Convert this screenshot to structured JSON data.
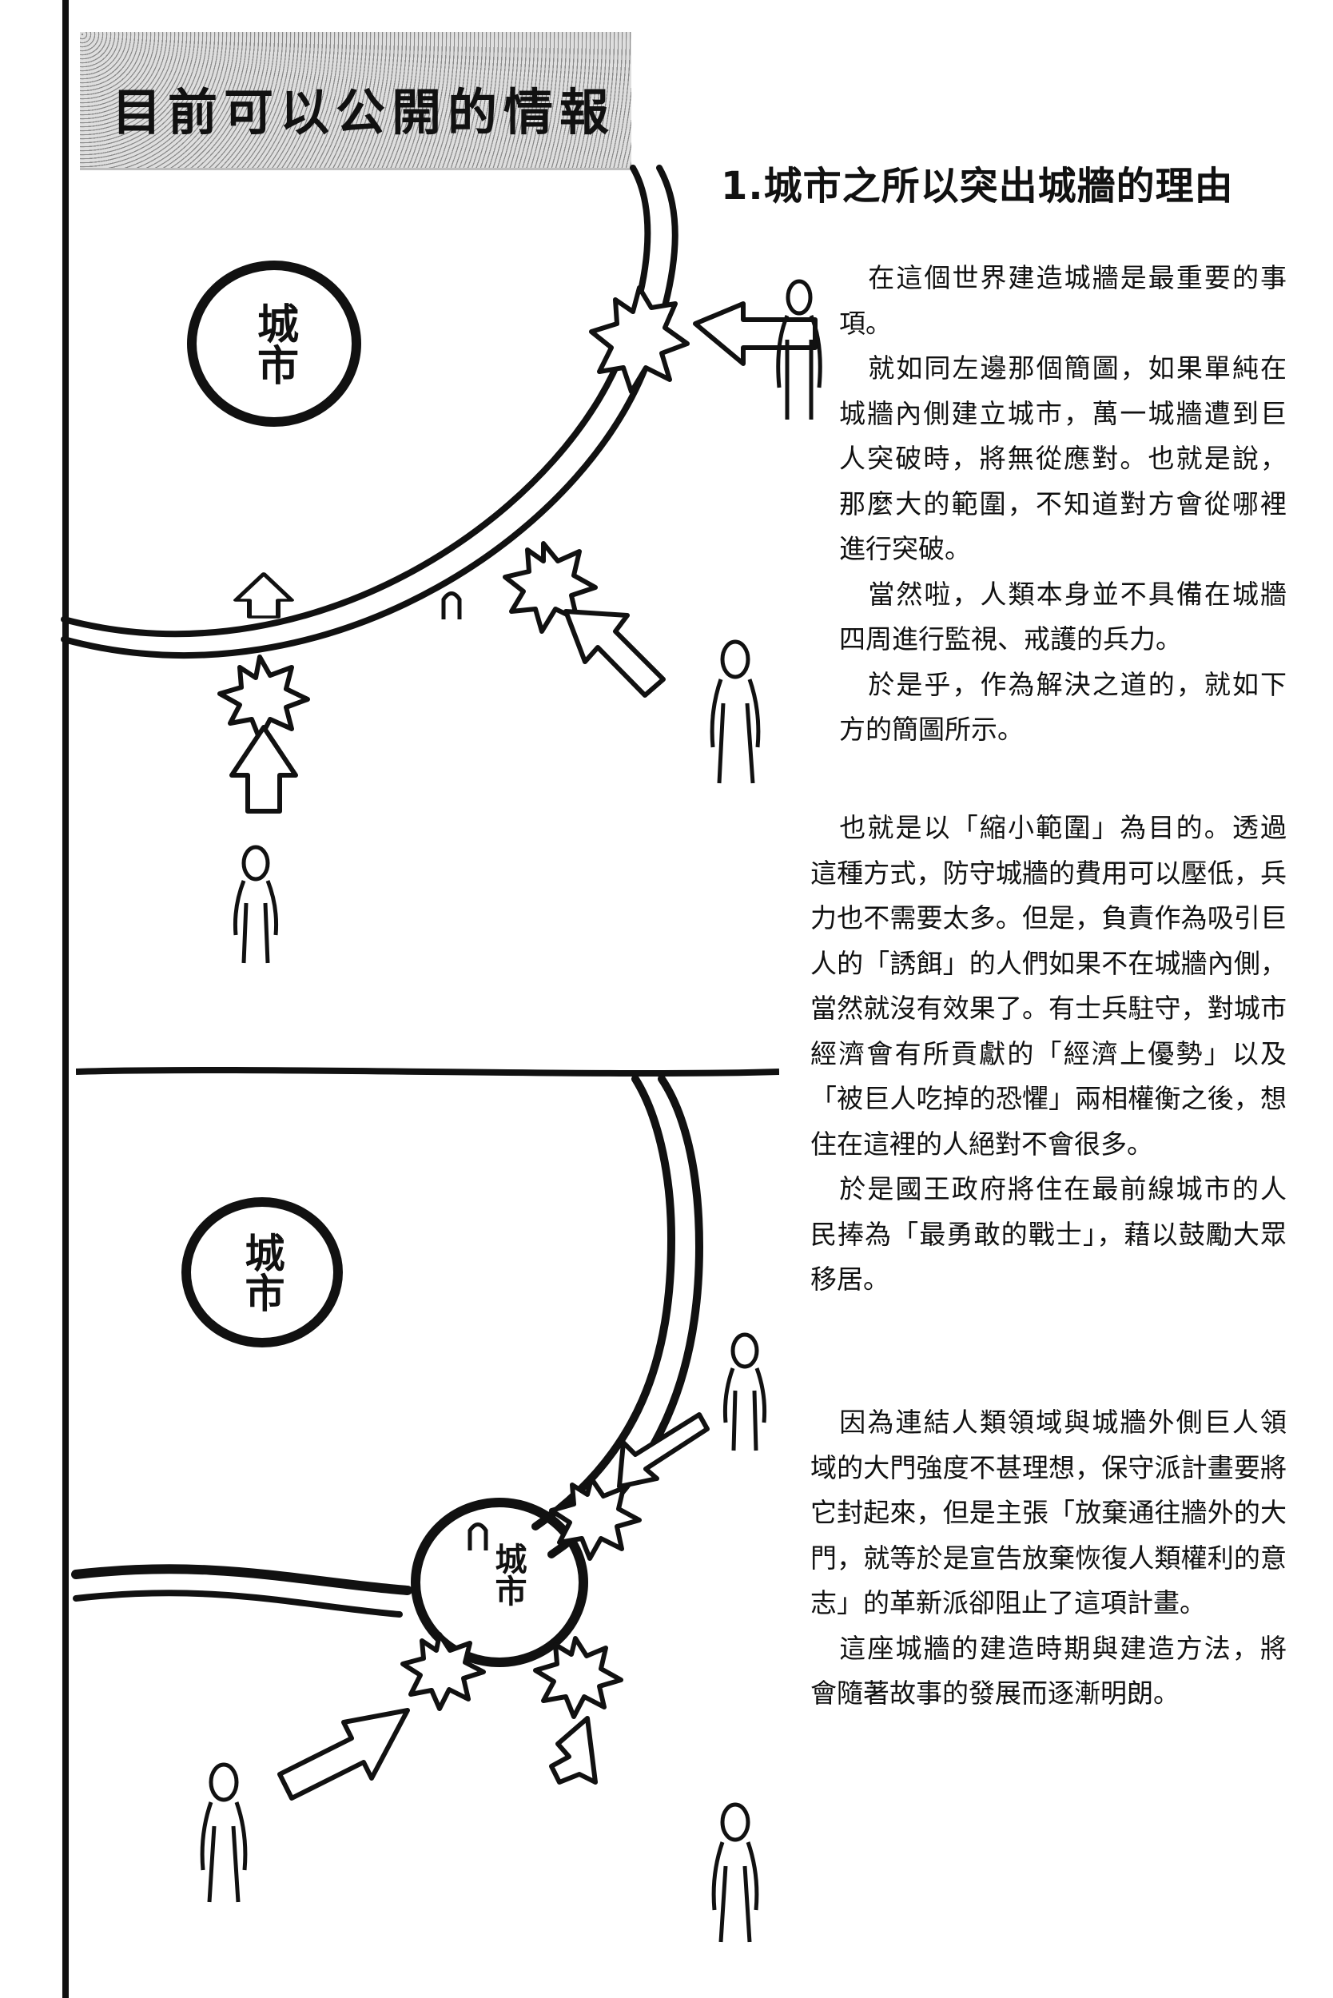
{
  "header": {
    "title": "目前可以公開的情報"
  },
  "section": {
    "heading": "1.城市之所以突出城牆的理由"
  },
  "diagrams": {
    "top_city_label": "城市",
    "bottom_city_label": "城市",
    "district_label": "城市"
  },
  "paragraphs": [
    "在這個世界建造城牆是最重要的事項。",
    "就如同左邊那個簡圖，如果單純在城牆內側建立城市，萬一城牆遭到巨人突破時，將無從應對。也就是說，那麼大的範圍，不知道對方會從哪裡進行突破。",
    "當然啦，人類本身並不具備在城牆四周進行監視、戒護的兵力。",
    "於是乎，作為解決之道的，就如下方的簡圖所示。",
    "也就是以「縮小範圍」為目的。透過這種方式，防守城牆的費用可以壓低，兵力也不需要太多。但是，負責作為吸引巨人的「誘餌」的人們如果不在城牆內側，當然就沒有效果了。有士兵駐守，對城市經濟會有所貢獻的「經濟上優勢」以及「被巨人吃掉的恐懼」兩相權衡之後，想住在這裡的人絕對不會很多。",
    "於是國王政府將住在最前線城市的人民捧為「最勇敢的戰士」，藉以鼓勵大眾移居。",
    "因為連結人類領域與城牆外側巨人領域的大門強度不甚理想，保守派計畫要將它封起來，但是主張「放棄通往牆外的大門，就等於是宣告放棄恢復人類權利的意志」的革新派卻阻止了這項計畫。",
    "這座城牆的建造時期與建造方法，將會隨著故事的發展而逐漸明朗。"
  ]
}
